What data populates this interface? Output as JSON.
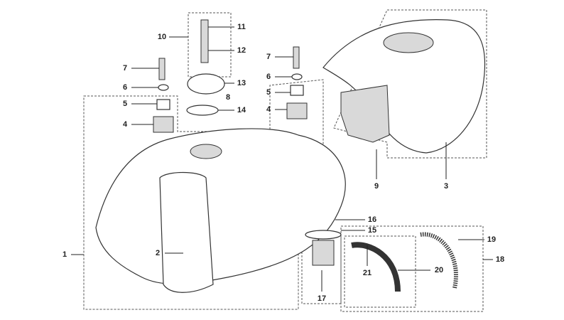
{
  "diagram": {
    "title": "Fuel tank exploded parts diagram",
    "callouts": [
      "1",
      "2",
      "3",
      "4",
      "4",
      "5",
      "5",
      "6",
      "6",
      "7",
      "7",
      "8",
      "9",
      "10",
      "11",
      "12",
      "13",
      "14",
      "15",
      "16",
      "17",
      "18",
      "19",
      "20",
      "21"
    ]
  }
}
